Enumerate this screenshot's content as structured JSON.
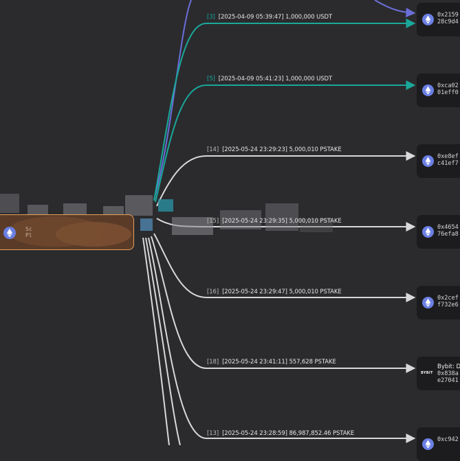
{
  "edges": [
    {
      "idx": "[3]",
      "label": "[2025-04-09 05:39:47] 1,000,000 USDT",
      "color": "#1aa89a"
    },
    {
      "idx": "[5]",
      "label": "[2025-04-09 05:41:23] 1,000,000 USDT",
      "color": "#1aa89a"
    },
    {
      "idx": "[14]",
      "label": "[2025-05-24 23:29:23] 5,000,010 PSTAKE",
      "color": "#d9d9d9"
    },
    {
      "idx": "[15]",
      "label": "[2025-05-24 23:29:35] 5,000,010 PSTAKE",
      "color": "#d9d9d9"
    },
    {
      "idx": "[16]",
      "label": "[2025-05-24 23:29:47] 5,000,010 PSTAKE",
      "color": "#d9d9d9"
    },
    {
      "idx": "[18]",
      "label": "[2025-05-24 23:41:11] 557,628 PSTAKE",
      "color": "#d9d9d9"
    },
    {
      "idx": "[13]",
      "label": "[2025-05-24 23:28:59] 86,987,852.46 PSTAKE",
      "color": "#d9d9d9"
    }
  ],
  "top_edge_color": "#6a6fd8",
  "nodes": [
    {
      "line1": "0x2159",
      "line2": "28c9d4",
      "icon": "ethereum-icon"
    },
    {
      "line1": "0xca02",
      "line2": "01eff0",
      "icon": "ethereum-icon"
    },
    {
      "line1": "0xe8ef",
      "line2": "c41ef7",
      "icon": "ethereum-icon"
    },
    {
      "line1": "0x4654",
      "line2": "76efa8",
      "icon": "ethereum-icon"
    },
    {
      "line1": "0x2cef",
      "line2": "f732e6",
      "icon": "ethereum-icon"
    },
    {
      "name": "Bybit: De",
      "line1": "0x838a",
      "line2": "e27041",
      "icon": "bybit-logo",
      "logo_text": "BYBIT"
    },
    {
      "line1": "0xc942",
      "icon": "ethereum-icon"
    }
  ],
  "source_node": {
    "line1": "Sc",
    "line2": "Pl",
    "icon": "ethereum-icon",
    "border_color": "#e8a25a"
  },
  "colors": {
    "background": "#2b2b2e",
    "node_bg": "#1c1c1e",
    "eth_icon": "#6b7fe3",
    "teal": "#1aa89a",
    "grey": "#d9d9d9",
    "blue": "#6a6fd8",
    "orange": "#e8a25a"
  }
}
